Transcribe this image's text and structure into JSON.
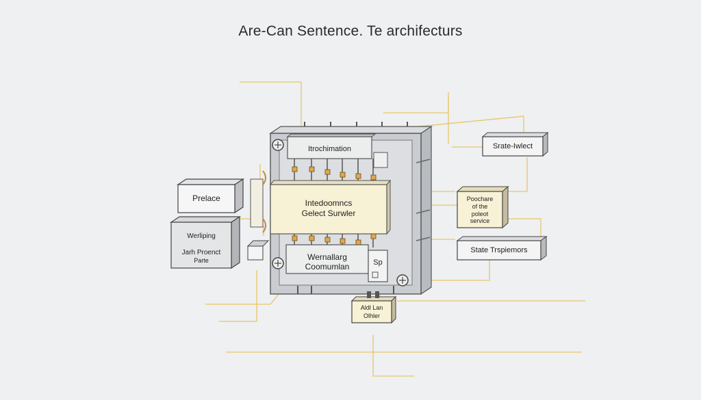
{
  "title": "Are-Can Sentence. Te archifecturs",
  "labels": {
    "top_panel": "Itrochimation",
    "center_line1": "Intedoomncs",
    "center_line2": "Gelect Surwler",
    "bottom_line1": "Wernallarg",
    "bottom_line2": "Coomumlan",
    "bottom_side": "Sp",
    "prelace": "Prelace",
    "werliping_line1": "Werliping",
    "werliping_line2": "Jarh Proenct",
    "werliping_line3": "Parte",
    "state_top": "Srate-Iwlect",
    "pooch_line1": "Poochare",
    "pooch_line2": "of the",
    "pooch_line3": "poleot",
    "pooch_line4": "service",
    "state_bottom": "State Trspiemors",
    "bottom_small_line1": "Aldl Lan",
    "bottom_small_line2": "Olhler"
  },
  "colors": {
    "accent_line": "#e8c56a",
    "panel_cream": "#f7f1d6",
    "frame_grey": "#c9ccd0"
  }
}
